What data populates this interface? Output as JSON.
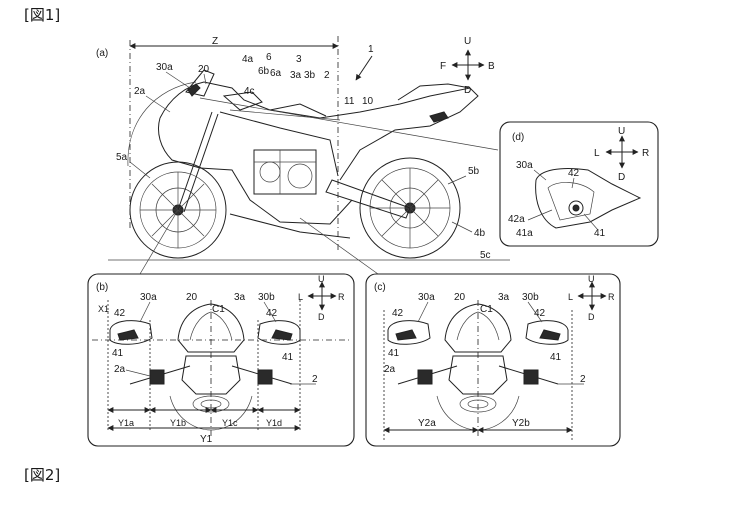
{
  "figure_headers": {
    "fig1": "[図1]",
    "fig2": "[図2]"
  },
  "panel_a": {
    "tag": "(a)",
    "refs": {
      "z": "Z",
      "n1": "1",
      "n30a": "30a",
      "n20": "20",
      "n4a": "4a",
      "n6": "6",
      "n6b": "6b",
      "n6a": "6a",
      "n3": "3",
      "n3a": "3a",
      "n3b": "3b",
      "n2": "2",
      "n4c": "4c",
      "n2a": "2a",
      "n11": "11",
      "n10": "10",
      "n5a": "5a",
      "n5b": "5b",
      "n4b": "4b",
      "n5c": "5c"
    },
    "compass": {
      "up": "U",
      "down": "D",
      "front": "F",
      "back": "B"
    }
  },
  "panel_b": {
    "tag": "(b)",
    "refs": {
      "x1": "X1",
      "n30a": "30a",
      "n20": "20",
      "c1": "C1",
      "n3a": "3a",
      "n30b": "30b",
      "n42l": "42",
      "n42r": "42",
      "n41l": "41",
      "n41r": "41",
      "n2a": "2a",
      "n2": "2",
      "y1a": "Y1a",
      "y1b": "Y1b",
      "y1c": "Y1c",
      "y1d": "Y1d",
      "y1": "Y1"
    },
    "compass": {
      "up": "U",
      "down": "D",
      "left": "L",
      "right": "R"
    }
  },
  "panel_c": {
    "tag": "(c)",
    "refs": {
      "n30a": "30a",
      "n20": "20",
      "c1": "C1",
      "n3a": "3a",
      "n30b": "30b",
      "n42l": "42",
      "n42r": "42",
      "n41l": "41",
      "n41r": "41",
      "n2a": "2a",
      "n2": "2",
      "y2a": "Y2a",
      "y2b": "Y2b"
    },
    "compass": {
      "up": "U",
      "down": "D",
      "left": "L",
      "right": "R"
    }
  },
  "panel_d": {
    "tag": "(d)",
    "refs": {
      "n30a": "30a",
      "n42": "42",
      "n42a": "42a",
      "n41a": "41a",
      "n41": "41"
    },
    "compass": {
      "up": "U",
      "down": "D",
      "left": "L",
      "right": "R"
    }
  }
}
